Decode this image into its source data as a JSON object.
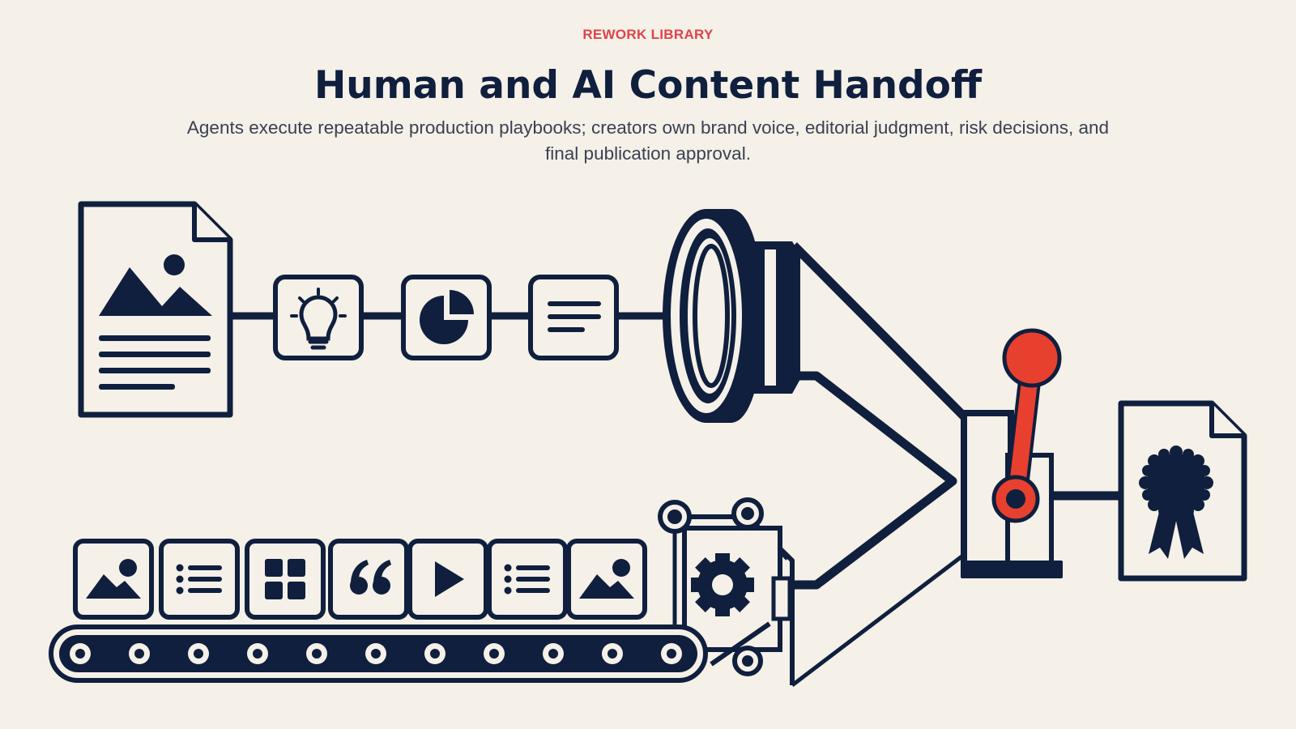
{
  "header": {
    "kicker": "REWORK LIBRARY",
    "title": "Human and AI Content Handoff",
    "subtitle": "Agents execute repeatable production playbooks; creators own brand voice, editorial judgment, risk decisions, and final publication approval."
  },
  "colors": {
    "navy": "#0f1f3d",
    "cream": "#f5f0e8",
    "accent": "#e8402f"
  },
  "diagram": {
    "top_flow_icons": [
      "image-document-icon",
      "lightbulb-icon",
      "pie-chart-icon",
      "text-lines-icon"
    ],
    "conveyor_icons": [
      "image-icon",
      "list-icon",
      "grid-icon",
      "quote-icon",
      "play-icon",
      "list-icon",
      "image-icon"
    ],
    "machinery": [
      "funnel-ring",
      "robot-arm-gear-icon",
      "approval-lever"
    ],
    "output": "certified-document-award-icon"
  }
}
